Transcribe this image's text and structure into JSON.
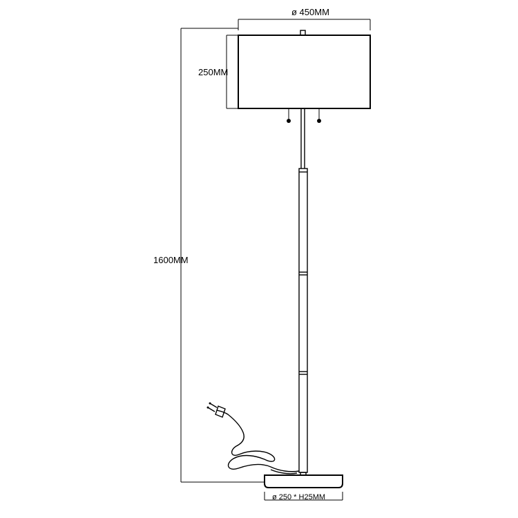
{
  "dimensions": {
    "shade_diameter": "ø 450MM",
    "shade_height": "250MM",
    "total_height": "1600MM",
    "base": "ø 250 * H25MM"
  }
}
